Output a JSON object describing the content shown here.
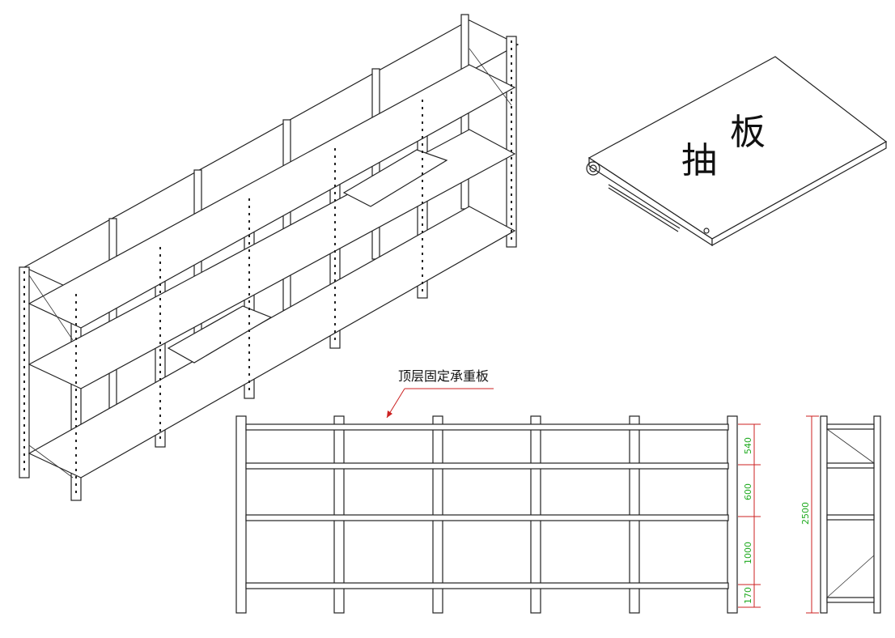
{
  "drawer_board": {
    "label_char_1": "抽",
    "label_char_2": "板"
  },
  "callout": {
    "text": "顶层固定承重板"
  },
  "front_view": {
    "dimensions": [
      "540",
      "600",
      "1000",
      "170"
    ]
  },
  "side_view": {
    "height": "2500"
  }
}
